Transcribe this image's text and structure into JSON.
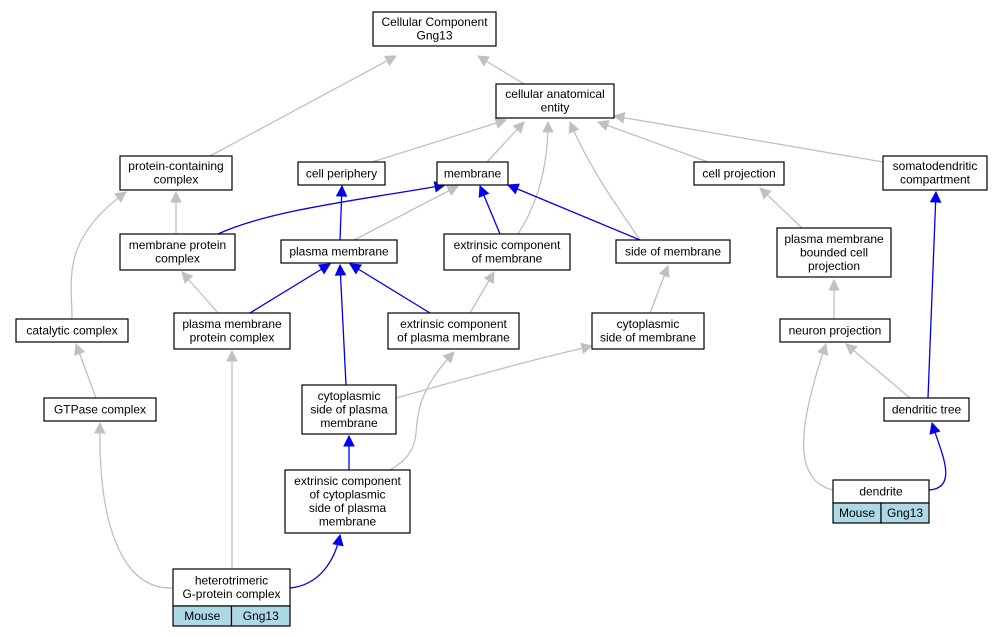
{
  "colors": {
    "is_a": "#c0c0c0",
    "part_of": "#0000ee",
    "annotation": "#add8e6",
    "node_border": "#000000"
  },
  "nodes": [
    {
      "id": "root",
      "lines": [
        "Cellular Component",
        "Gng13"
      ]
    },
    {
      "id": "cae",
      "lines": [
        "cellular anatomical",
        "entity"
      ]
    },
    {
      "id": "pcc",
      "lines": [
        "protein-containing",
        "complex"
      ]
    },
    {
      "id": "cper",
      "lines": [
        "cell periphery"
      ]
    },
    {
      "id": "mem",
      "lines": [
        "membrane"
      ]
    },
    {
      "id": "cproj",
      "lines": [
        "cell projection"
      ]
    },
    {
      "id": "sdc",
      "lines": [
        "somatodendritic",
        "compartment"
      ]
    },
    {
      "id": "mpc",
      "lines": [
        "membrane protein",
        "complex"
      ]
    },
    {
      "id": "pm",
      "lines": [
        "plasma membrane"
      ]
    },
    {
      "id": "ecm",
      "lines": [
        "extrinsic component",
        "of membrane"
      ]
    },
    {
      "id": "som",
      "lines": [
        "side of membrane"
      ]
    },
    {
      "id": "pmbcp",
      "lines": [
        "plasma membrane",
        "bounded cell",
        "projection"
      ]
    },
    {
      "id": "cat",
      "lines": [
        "catalytic complex"
      ]
    },
    {
      "id": "pmpc",
      "lines": [
        "plasma membrane",
        "protein complex"
      ]
    },
    {
      "id": "ecpm",
      "lines": [
        "extrinsic component",
        "of plasma membrane"
      ]
    },
    {
      "id": "csm",
      "lines": [
        "cytoplasmic",
        "side of membrane"
      ]
    },
    {
      "id": "np",
      "lines": [
        "neuron projection"
      ]
    },
    {
      "id": "gtp",
      "lines": [
        "GTPase complex"
      ]
    },
    {
      "id": "cspm",
      "lines": [
        "cytoplasmic",
        "side of plasma",
        "membrane"
      ]
    },
    {
      "id": "dt",
      "lines": [
        "dendritic tree"
      ]
    },
    {
      "id": "eccspm",
      "lines": [
        "extrinsic component",
        "of cytoplasmic",
        "side of plasma",
        "membrane"
      ]
    },
    {
      "id": "dend",
      "lines": [
        "dendrite"
      ],
      "tags": [
        "Mouse",
        "Gng13"
      ]
    },
    {
      "id": "hgp",
      "lines": [
        "heterotrimeric",
        "G-protein complex"
      ],
      "tags": [
        "Mouse",
        "Gng13"
      ]
    }
  ],
  "edges": [
    {
      "from": "cae",
      "to": "root",
      "type": "is_a"
    },
    {
      "from": "pcc",
      "to": "root",
      "type": "is_a"
    },
    {
      "from": "cper",
      "to": "cae",
      "type": "is_a"
    },
    {
      "from": "mem",
      "to": "cae",
      "type": "is_a"
    },
    {
      "from": "cproj",
      "to": "cae",
      "type": "is_a"
    },
    {
      "from": "sdc",
      "to": "cae",
      "type": "is_a"
    },
    {
      "from": "ecm",
      "to": "cae",
      "type": "is_a"
    },
    {
      "from": "som",
      "to": "cae",
      "type": "is_a"
    },
    {
      "from": "mpc",
      "to": "pcc",
      "type": "is_a"
    },
    {
      "from": "cat",
      "to": "pcc",
      "type": "is_a"
    },
    {
      "from": "mpc",
      "to": "mem",
      "type": "part_of"
    },
    {
      "from": "pm",
      "to": "cper",
      "type": "part_of"
    },
    {
      "from": "pm",
      "to": "mem",
      "type": "is_a"
    },
    {
      "from": "ecm",
      "to": "mem",
      "type": "part_of"
    },
    {
      "from": "som",
      "to": "mem",
      "type": "part_of"
    },
    {
      "from": "pmbcp",
      "to": "cproj",
      "type": "is_a"
    },
    {
      "from": "pmpc",
      "to": "mpc",
      "type": "is_a"
    },
    {
      "from": "pmpc",
      "to": "pm",
      "type": "part_of"
    },
    {
      "from": "ecpm",
      "to": "pm",
      "type": "part_of"
    },
    {
      "from": "ecpm",
      "to": "ecm",
      "type": "is_a"
    },
    {
      "from": "csm",
      "to": "som",
      "type": "is_a"
    },
    {
      "from": "gtp",
      "to": "cat",
      "type": "is_a"
    },
    {
      "from": "np",
      "to": "pmbcp",
      "type": "is_a"
    },
    {
      "from": "cspm",
      "to": "pm",
      "type": "part_of"
    },
    {
      "from": "cspm",
      "to": "csm",
      "type": "is_a"
    },
    {
      "from": "dt",
      "to": "np",
      "type": "is_a"
    },
    {
      "from": "dt",
      "to": "sdc",
      "type": "part_of"
    },
    {
      "from": "eccspm",
      "to": "cspm",
      "type": "part_of"
    },
    {
      "from": "eccspm",
      "to": "ecpm",
      "type": "is_a"
    },
    {
      "from": "dend",
      "to": "np",
      "type": "is_a"
    },
    {
      "from": "dend",
      "to": "dt",
      "type": "part_of"
    },
    {
      "from": "hgp",
      "to": "gtp",
      "type": "is_a"
    },
    {
      "from": "hgp",
      "to": "pmpc",
      "type": "is_a"
    },
    {
      "from": "hgp",
      "to": "eccspm",
      "type": "part_of"
    }
  ]
}
